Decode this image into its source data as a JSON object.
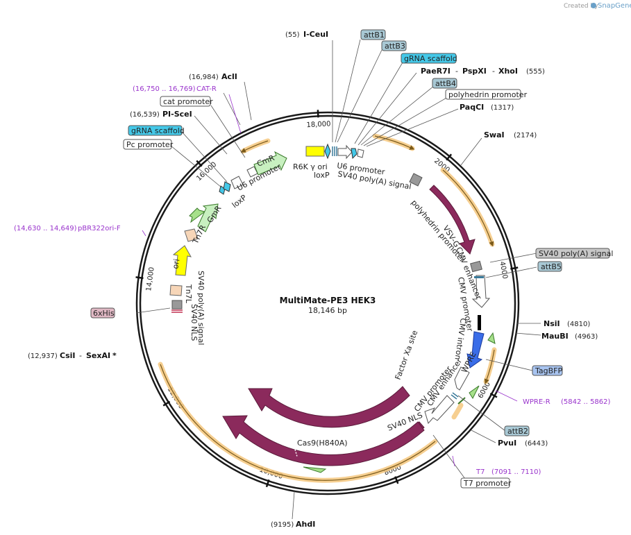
{
  "credit": {
    "prefix": "Created by",
    "brand": "SnapGene"
  },
  "map": {
    "name": "MultiMate-PE3 HEK3",
    "length": "18,146 bp"
  },
  "ticks": [
    {
      "label": "18,000",
      "pos": 18000
    },
    {
      "label": "2000",
      "pos": 2000
    },
    {
      "label": "4000",
      "pos": 4000
    },
    {
      "label": "6000",
      "pos": 6000
    },
    {
      "label": "8000",
      "pos": 8000
    },
    {
      "label": "10,000",
      "pos": 10000
    },
    {
      "label": "12,000",
      "pos": 12000
    },
    {
      "label": "14,000",
      "pos": 14000
    },
    {
      "label": "16,000",
      "pos": 16000
    }
  ],
  "sites": {
    "iceu": {
      "num": "(55)",
      "name": "I-CeuI"
    },
    "acli": {
      "num": "(16,984)",
      "name": "AclI"
    },
    "catr": {
      "range": "(16,750 .. 16,769)",
      "name": "CAT-R"
    },
    "catprom": {
      "name": "cat promoter"
    },
    "pscei": {
      "num": "(16,539)",
      "name": "PI-SceI"
    },
    "grna1": {
      "name": "gRNA scaffold"
    },
    "pcprom": {
      "name": "Pc promoter"
    },
    "pbr": {
      "range": "(14,630 .. 14,649)",
      "name": "pBR322ori-F"
    },
    "his": {
      "name": "6xHis"
    },
    "csii": {
      "num": "(12,937)",
      "name": "CsiI",
      "name2": "SexAI",
      "star": "*"
    },
    "ahdi": {
      "num": "(9195)",
      "name": "AhdI"
    },
    "attb1": {
      "name": "attB1"
    },
    "attb3": {
      "name": "attB3"
    },
    "grna2": {
      "name": "gRNA scaffold"
    },
    "paer": {
      "name": "PaeR7I",
      "name2": "PspXI",
      "name3": "XhoI",
      "num": "(555)"
    },
    "attb4": {
      "name": "attB4"
    },
    "polyh": {
      "name": "polyhedrin promoter"
    },
    "paqci": {
      "name": "PaqCI",
      "num": "(1317)"
    },
    "swai": {
      "name": "SwaI",
      "num": "(2174)"
    },
    "sv40pa": {
      "name": "SV40 poly(A) signal"
    },
    "attb5": {
      "name": "attB5"
    },
    "nsii": {
      "name": "NsiI",
      "num": "(4810)"
    },
    "maubi": {
      "name": "MauBI",
      "num": "(4963)"
    },
    "tagbfp": {
      "name": "TagBFP"
    },
    "wprer": {
      "name": "WPRE-R",
      "range": "(5842 .. 5862)"
    },
    "attb2": {
      "name": "attB2"
    },
    "pvui": {
      "name": "PvuI",
      "num": "(6443)"
    },
    "t7": {
      "name": "T7",
      "range": "(7091 .. 7110)"
    },
    "t7prom": {
      "name": "T7 promoter"
    }
  },
  "features": {
    "r6k": "R6K γ ori",
    "loxp1": "loxP",
    "u6a": "U6 promoter",
    "sv40a": "SV40 poly(A) signal",
    "polyh": "polyhedrin promoter",
    "vsvg": "VSV-G",
    "cmvenh1": "CMV enhancer",
    "cmvprom1": "CMV promoter",
    "cmvintron": "CMV intron",
    "wpre": "WPRE",
    "cmvenh2": "CMV enhancer",
    "cmvprom2": "CMV promoter",
    "sv40nls1": "SV40 NLS",
    "factorxa": "Factor Xa site",
    "cas9": "Cas9",
    "cas9h": "Cas9(H840A)",
    "cmr": "CmR",
    "u6b": "U6 promoter",
    "loxp2": "loxP",
    "gmr": "GmR",
    "tn7r": "Tn7R",
    "ori": "ori",
    "tn7l": "Tn7L",
    "sv40b": "SV40 poly(A) signal",
    "sv40nls2": "SV40 NLS"
  },
  "colors": {
    "backbone": "#1a1a1a",
    "cds": "#8b2a5c",
    "origin": "#ffff00",
    "blue": "#3a6de8",
    "green_marker": "#c8f0c0",
    "highlight": "#f5c77e",
    "primer": "#9933cc",
    "attb": "#a8c8d4",
    "grna": "#44c8e8",
    "his": "#e0b8c4"
  }
}
